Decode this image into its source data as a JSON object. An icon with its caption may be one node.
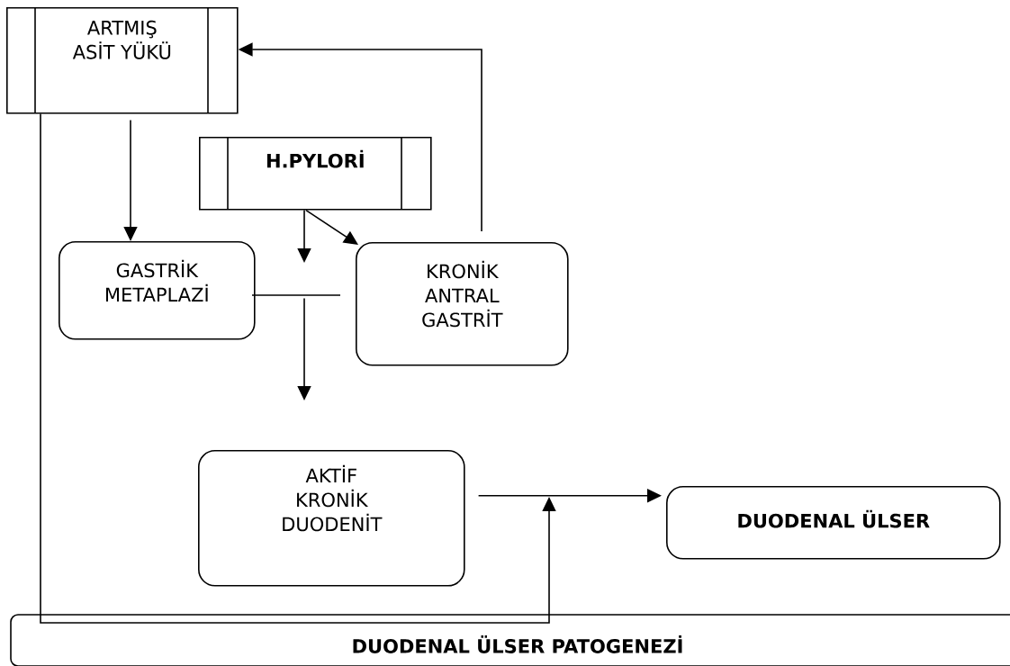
{
  "diagram": {
    "title": "DUODENAL ÜLSER PATOGENEZİ",
    "nodes": [
      {
        "text": [
          "ARTMIŞ ASİT YÜKÜ"
        ]
      },
      {
        "text": [
          "H.PYLORİ"
        ]
      },
      {
        "text": [
          "GASTRİK METAPLAZİ"
        ]
      },
      {
        "text": [
          "KRONİK ANTRAL GASTRİT"
        ]
      },
      {
        "text": [
          "AKTİF KRONİK DUODENİT"
        ]
      },
      {
        "text": [
          "DUODENAL ÜLSER"
        ]
      },
      {
        "text": [],
        "shape": "bar"
      }
    ],
    "edges": [
      {
        "from": 0,
        "to": 2,
        "arrow": "to"
      },
      {
        "from": 3,
        "to": 0,
        "arrow": "to"
      },
      {
        "from": 1,
        "to": 3,
        "arrow": "to"
      },
      {
        "from": 1,
        "to": 6,
        "arrow": "to"
      },
      {
        "from": 6,
        "to": 4,
        "arrow": "to"
      },
      {
        "from": 4,
        "to": 5,
        "arrow": "to"
      },
      {
        "from": 0,
        "to": null,
        "arrow": "to"
      }
    ]
  }
}
